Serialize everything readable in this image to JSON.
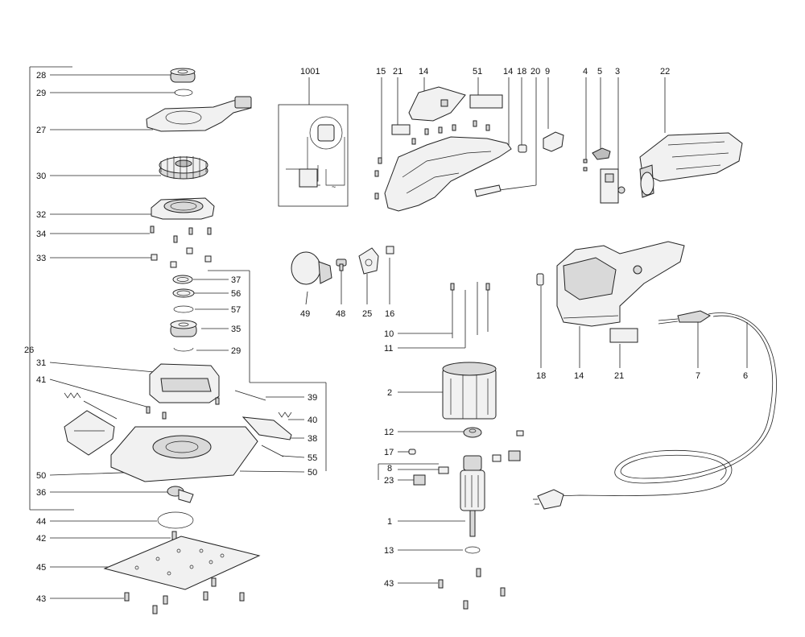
{
  "colors": {
    "line": "#222222",
    "part_fill": "#f1f1f1",
    "part_shade": "#d9d9d9",
    "part_dark": "#bdbdbd",
    "background": "#ffffff"
  },
  "labels": {
    "l28": "28",
    "l29a": "29",
    "l27": "27",
    "l30": "30",
    "l32": "32",
    "l34": "34",
    "l33": "33",
    "l37": "37",
    "l56": "56",
    "l57": "57",
    "l35": "35",
    "l29b": "29",
    "l26": "26",
    "l31": "31",
    "l41": "41",
    "l39": "39",
    "l40": "40",
    "l38": "38",
    "l55": "55",
    "l50a": "50",
    "l50b": "50",
    "l36": "36",
    "l44": "44",
    "l42": "42",
    "l45": "45",
    "l43a": "43",
    "l1001": "1001",
    "l15": "15",
    "l21a": "21",
    "l14a": "14",
    "l51": "51",
    "l14b": "14",
    "l18a": "18",
    "l20": "20",
    "l9": "9",
    "l4": "4",
    "l5": "5",
    "l3": "3",
    "l22": "22",
    "l49": "49",
    "l48": "48",
    "l25": "25",
    "l16": "16",
    "l10": "10",
    "l11": "11",
    "l2": "2",
    "l12": "12",
    "l17": "17",
    "l8": "8",
    "l23": "23",
    "l1": "1",
    "l13": "13",
    "l43b": "43",
    "l18b": "18",
    "l14c": "14",
    "l21b": "21",
    "l7": "7",
    "l6": "6"
  }
}
